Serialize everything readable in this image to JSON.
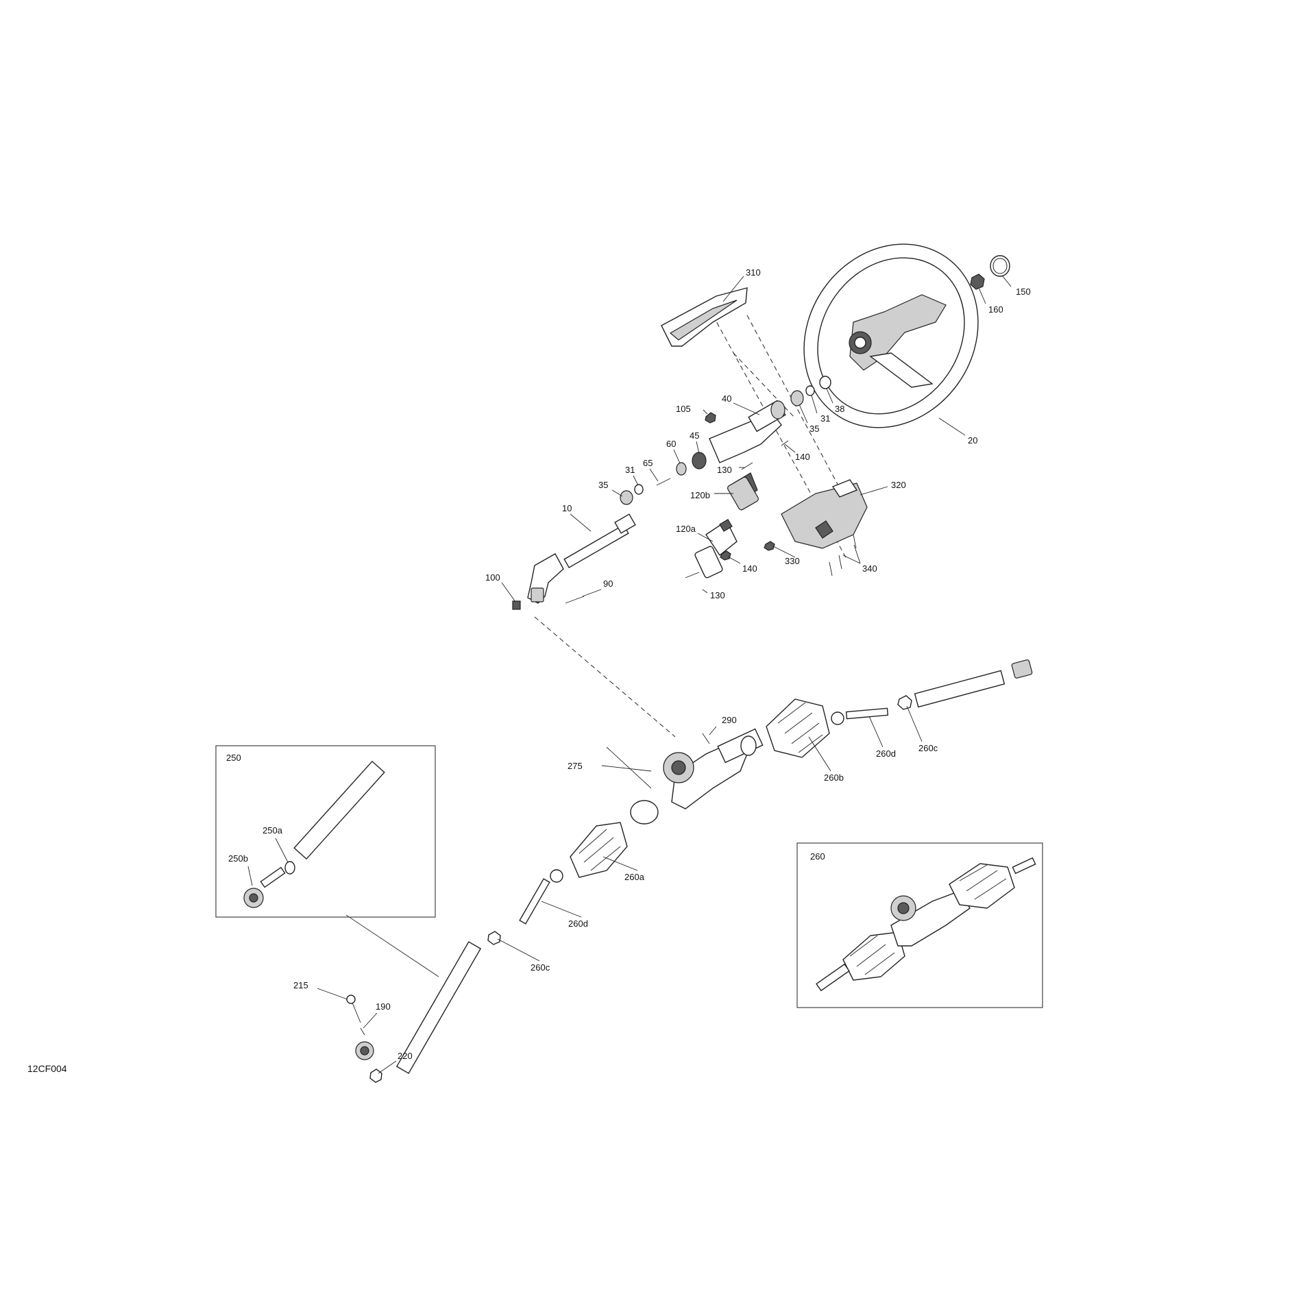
{
  "diagram": {
    "figure_code": "12CF004",
    "callouts": {
      "p310": "310",
      "p150": "150",
      "p160": "160",
      "p40": "40",
      "p105": "105",
      "p35_top": "35",
      "p31_top": "31",
      "p38": "38",
      "p20": "20",
      "p60": "60",
      "p45": "45",
      "p65": "65",
      "p130_top": "130",
      "p140_top": "140",
      "p31_mid": "31",
      "p35_mid": "35",
      "p120b": "120b",
      "p320": "320",
      "p10": "10",
      "p120a": "120a",
      "p330": "330",
      "p140_bot": "140",
      "p340": "340",
      "p100": "100",
      "p90": "90",
      "p130_bot": "130",
      "p290": "290",
      "p260d_right": "260d",
      "p260c_right": "260c",
      "p275": "275",
      "p260b": "260b",
      "p260a": "260a",
      "p260d_left": "260d",
      "p260c_left": "260c",
      "p215": "215",
      "p190": "190",
      "p220": "220"
    },
    "inset_250": {
      "title": "250",
      "labels": {
        "a": "250a",
        "b": "250b"
      }
    },
    "inset_260": {
      "title": "260"
    }
  }
}
